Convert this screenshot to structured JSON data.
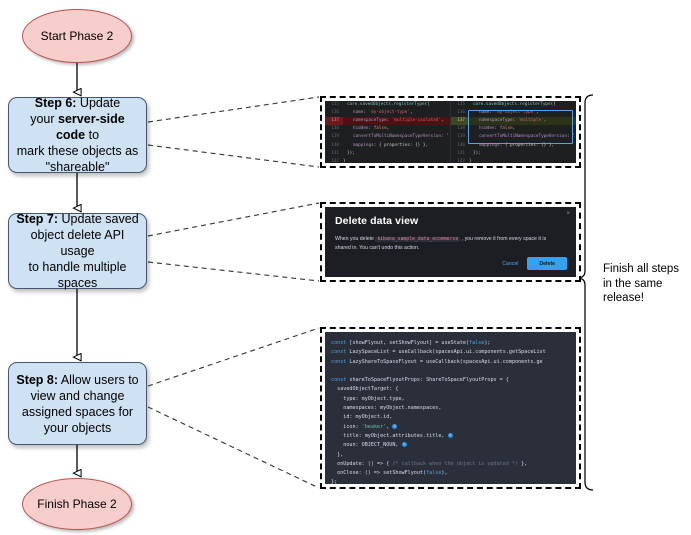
{
  "flow": {
    "start": "Start Phase 2",
    "finish": "Finish Phase 2",
    "step6": {
      "bold": "Step 6:",
      "line1": " Update",
      "line2a": "your ",
      "line2b": "server-side code",
      "line2c": " to",
      "line3": "mark these objects as",
      "line4": "\"shareable\""
    },
    "step7": {
      "bold": "Step 7:",
      "line1": " Update saved",
      "line2": "object delete API usage",
      "line3": "to handle multiple spaces"
    },
    "step8": {
      "bold": "Step 8:",
      "line1": " Allow users to",
      "line2": "view and change",
      "line3": "assigned spaces for",
      "line4": "your objects"
    }
  },
  "note": {
    "line1": "Finish all steps",
    "line2": "in the same",
    "line3": "release!"
  },
  "diff": {
    "left": [
      {
        "num": "135",
        "kind": "ctx",
        "text": "core.savedObjects.registerType({"
      },
      {
        "num": "136",
        "kind": "ctx",
        "text": "name: 'my-object-type',"
      },
      {
        "num": "137",
        "kind": "rem",
        "text": "namespaceType: 'multiple-isolated',"
      },
      {
        "num": "138",
        "kind": "ctx",
        "text": "hidden: false,"
      },
      {
        "num": "139",
        "kind": "ctx",
        "text": "convertToMultiNamespaceTypeVersion: '"
      },
      {
        "num": "140",
        "kind": "ctx",
        "text": "mappings: { properties: {} },"
      },
      {
        "num": "141",
        "kind": "ctx",
        "text": "});"
      },
      {
        "num": "142",
        "kind": "ctx",
        "text": "}"
      }
    ],
    "right": [
      {
        "num": "135",
        "kind": "ctx",
        "text": "core.savedObjects.registerType({"
      },
      {
        "num": "136",
        "kind": "ctx",
        "text": "name: 'my-object-type',"
      },
      {
        "num": "137",
        "kind": "add",
        "text": "namespaceType: 'multiple',"
      },
      {
        "num": "138",
        "kind": "ctx",
        "text": "hidden: false,"
      },
      {
        "num": "139",
        "kind": "ctx",
        "text": "convertToMultiNamespaceTypeVersion: '"
      },
      {
        "num": "140",
        "kind": "ctx",
        "text": "mappings: { properties: {} },"
      },
      {
        "num": "141",
        "kind": "ctx",
        "text": "});"
      },
      {
        "num": "142",
        "kind": "ctx",
        "text": "}"
      }
    ]
  },
  "modal": {
    "title": "Delete data view",
    "close": "×",
    "body_before": "When you delete ",
    "code": "kibana_sample_data_ecommerce",
    "body_after": " , you remove it from every space it is shared in. You can't undo this action.",
    "cancel": "Cancel",
    "delete": "Delete",
    "accent": "#36a2ef"
  },
  "rcode": {
    "lines": [
      "const [showFlyout, setShowFlyout] = useState(false);",
      "const LazySpaceList = useCallback(spacesApi.ui.components.getSpaceList",
      "const LazyShareToSpaceFlyout = useCallback(spacesApi.ui.components.ge",
      "",
      "const shareToSpaceFlyoutProps: ShareToSpaceFlyoutProps = {",
      "  savedObjectTarget: {",
      "    type: myObject.type,",
      "    namespaces: myObject.namespaces,",
      "    id: myObject.id,",
      "    icon: 'beaker',",
      "    title: myObject.attributes.title,",
      "    noun: OBJECT_NOUN,",
      "  },",
      "  onUpdate: () => { /* callback when the object is updated */ },",
      "  onClose: () => setShowFlyout(false),",
      "};"
    ]
  }
}
